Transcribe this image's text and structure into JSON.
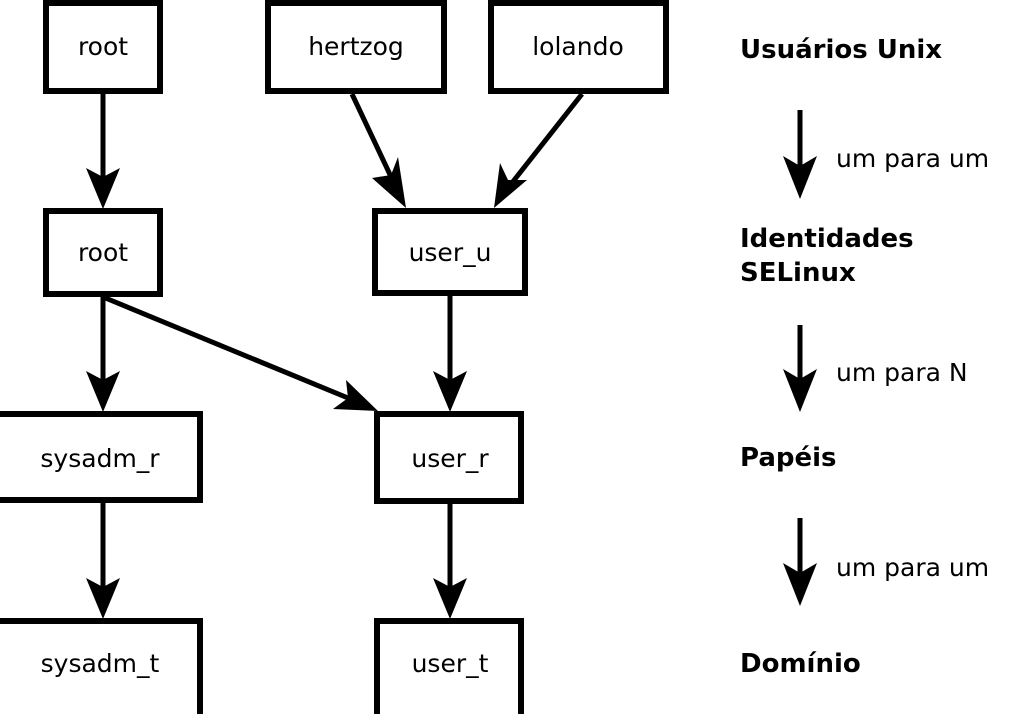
{
  "diagram": {
    "title_text": "",
    "background_color": "#ffffff",
    "line_color": "#000000",
    "box_fill": "#ffffff"
  },
  "nodes": {
    "unix_root": {
      "label": "root"
    },
    "unix_hertzog": {
      "label": "hertzog"
    },
    "unix_lolando": {
      "label": "lolando"
    },
    "identity_root": {
      "label": "root"
    },
    "identity_user_u": {
      "label": "user_u"
    },
    "role_sysadm_r": {
      "label": "sysadm_r"
    },
    "role_user_r": {
      "label": "user_r"
    },
    "domain_sysadm_t": {
      "label": "sysadm_t"
    },
    "domain_user_t": {
      "label": "user_t"
    }
  },
  "legend": {
    "stages": [
      {
        "key": "users",
        "label": "Usuários Unix"
      },
      {
        "key": "identities_line1",
        "label": "Identidades"
      },
      {
        "key": "identities_line2",
        "label": "SELinux"
      },
      {
        "key": "roles",
        "label": "Papéis"
      },
      {
        "key": "domain",
        "label": "Domínio"
      }
    ],
    "relations": [
      {
        "key": "users-to-identities",
        "label": "um para um"
      },
      {
        "key": "identities-to-roles",
        "label": "um para N"
      },
      {
        "key": "roles-to-domain",
        "label": "um para um"
      }
    ]
  },
  "edges": [
    {
      "from": "unix_root",
      "to": "identity_root"
    },
    {
      "from": "unix_hertzog",
      "to": "identity_user_u"
    },
    {
      "from": "unix_lolando",
      "to": "identity_user_u"
    },
    {
      "from": "identity_root",
      "to": "role_sysadm_r"
    },
    {
      "from": "identity_root",
      "to": "role_user_r"
    },
    {
      "from": "identity_user_u",
      "to": "role_user_r"
    },
    {
      "from": "role_sysadm_r",
      "to": "domain_sysadm_t"
    },
    {
      "from": "role_user_r",
      "to": "domain_user_t"
    }
  ]
}
